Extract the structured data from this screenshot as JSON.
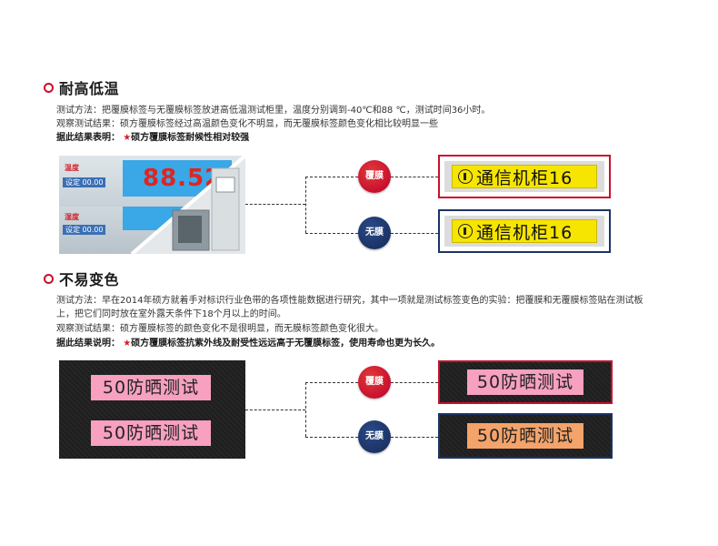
{
  "section1": {
    "title": "耐高低温",
    "method": "测试方法：把覆膜标签与无覆膜标签放进高低温测试柜里，温度分别调到-40℃和88 ℃，测试时间36小时。",
    "observe": "观察测试结果：硕方覆膜标签经过高温颜色变化不明显，而无覆膜标签颜色变化相比较明显一些",
    "result_label": "据此结果表明：",
    "star": "★",
    "conclusion": "硕方覆膜标签耐候性相对较强",
    "photo": {
      "lcd_value": "88.52",
      "panel_label_1": "温度",
      "panel_value_1": "设定 00.00",
      "panel_label_2": "湿度",
      "panel_value_2": "设定 00.00"
    },
    "badge_coated": "覆膜",
    "badge_uncoated": "无膜",
    "tag_text_coated": "通信机柜16",
    "tag_text_uncoated": "通信机柜16"
  },
  "section2": {
    "title": "不易变色",
    "method_line1": "测试方法：早在2014年硕方就着手对标识行业色带的各项性能数据进行研究，其中一项就是测试标签变色的实验：把覆膜和无覆膜标签贴在测试板",
    "method_line2": "上，把它们同时放在室外露天条件下18个月以上的时间。",
    "observe": "观察测试结果：硕方覆膜标签的颜色变化不是很明显，而无膜标签颜色变化很大。",
    "result_label": "据此结果说明：",
    "star": "★",
    "conclusion": "硕方覆膜标签抗紫外线及耐受性远远高于无覆膜标签，使用寿命也更为长久。",
    "badge_coated": "覆膜",
    "badge_uncoated": "无膜",
    "left_tag_top": "50防晒测试",
    "left_tag_bottom": "50防晒测试",
    "right_tag_coated": "50防晒测试",
    "right_tag_uncoated": "50防晒测试"
  },
  "colors": {
    "accent_red": "#c8102e",
    "accent_navy": "#1b3366",
    "tag_yellow": "#f6e500",
    "tag_pink": "#f7a0c0",
    "tag_orange": "#f4a36a"
  }
}
